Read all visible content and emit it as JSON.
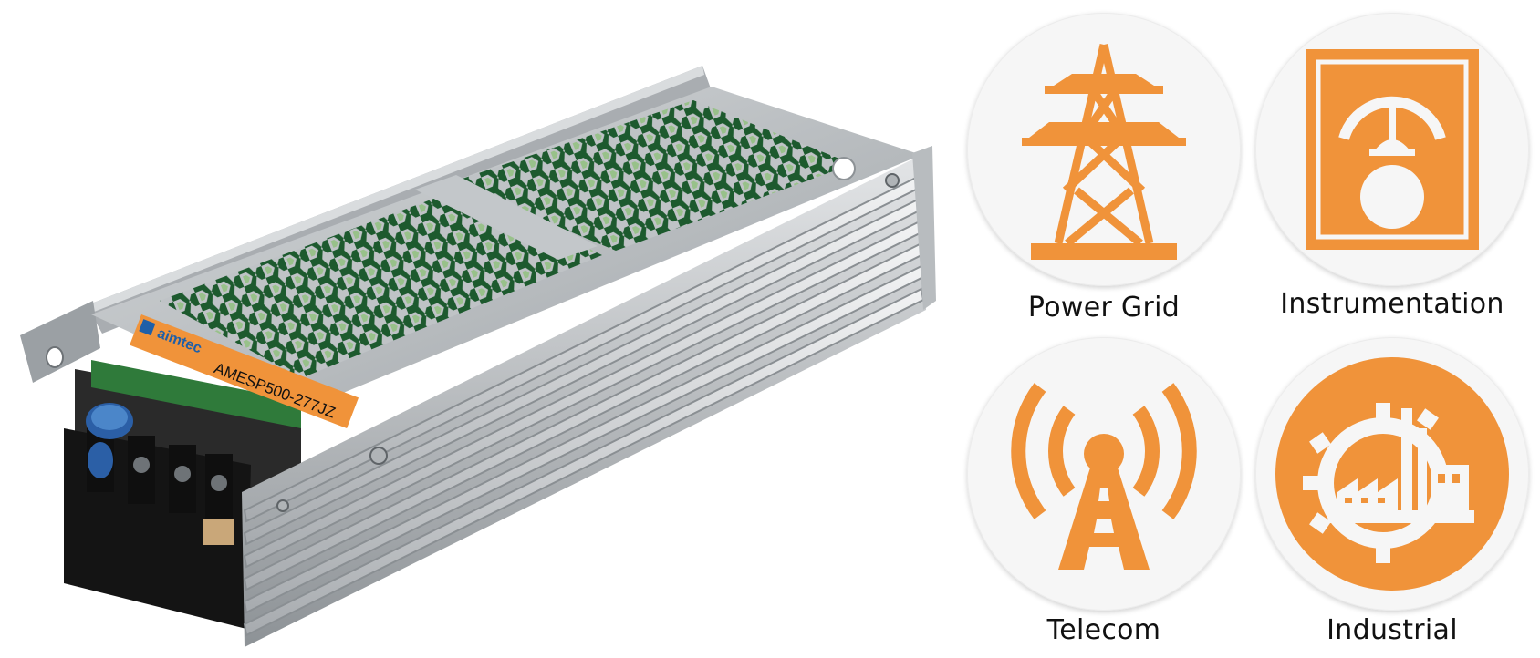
{
  "product": {
    "brand": "aimtec",
    "model": "AMESP500-277JZ",
    "label_color": "#f0933a",
    "brand_color": "#1e5fa8"
  },
  "applications": [
    {
      "label": "Power Grid",
      "icon": "power-tower-icon"
    },
    {
      "label": "Instrumentation",
      "icon": "meter-icon"
    },
    {
      "label": "Telecom",
      "icon": "antenna-icon"
    },
    {
      "label": "Industrial",
      "icon": "factory-gear-icon"
    }
  ],
  "colors": {
    "accent": "#f0933a",
    "circle_bg": "#f6f6f6"
  }
}
